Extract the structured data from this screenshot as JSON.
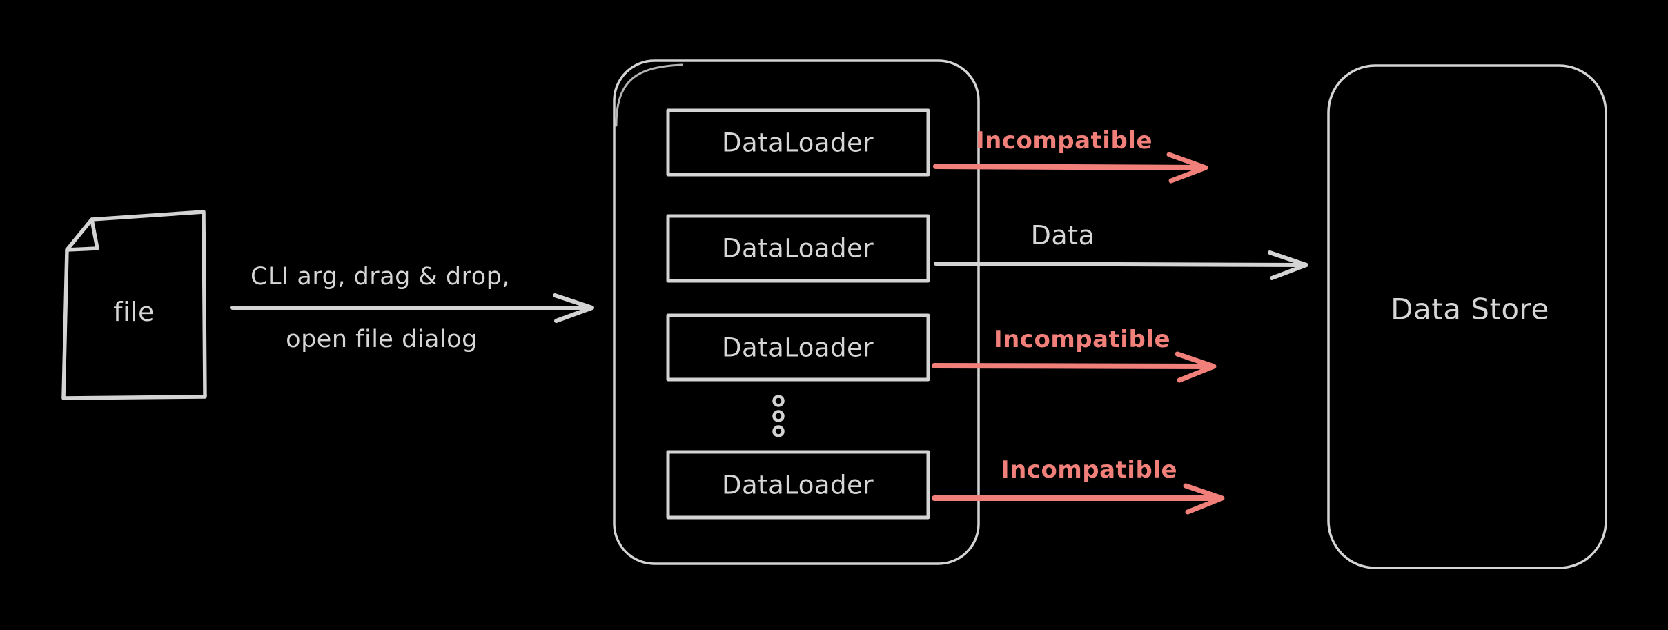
{
  "title": "File loading pipeline diagram",
  "colors": {
    "background": "#000000",
    "stroke_gray": "#d4d4d4",
    "text_gray": "#d6d6d6",
    "accent_red": "#f1807a"
  },
  "file_node": {
    "icon": "document-icon",
    "label": "file"
  },
  "input_flow": {
    "label_line1": "CLI arg, drag & drop,",
    "label_line2": "open file dialog"
  },
  "loader_stack": {
    "boxes": [
      {
        "label": "DataLoader"
      },
      {
        "label": "DataLoader"
      },
      {
        "label": "DataLoader"
      },
      {
        "label": "DataLoader"
      }
    ],
    "more_indicator": "vertical-ellipsis"
  },
  "outputs": [
    {
      "label": "Incompatible",
      "status": "incompatible",
      "color": "#f1807a"
    },
    {
      "label": "Data",
      "status": "data",
      "color": "#d4d4d4"
    },
    {
      "label": "Incompatible",
      "status": "incompatible",
      "color": "#f1807a"
    },
    {
      "label": "Incompatible",
      "status": "incompatible",
      "color": "#f1807a"
    }
  ],
  "data_store": {
    "label": "Data Store"
  }
}
